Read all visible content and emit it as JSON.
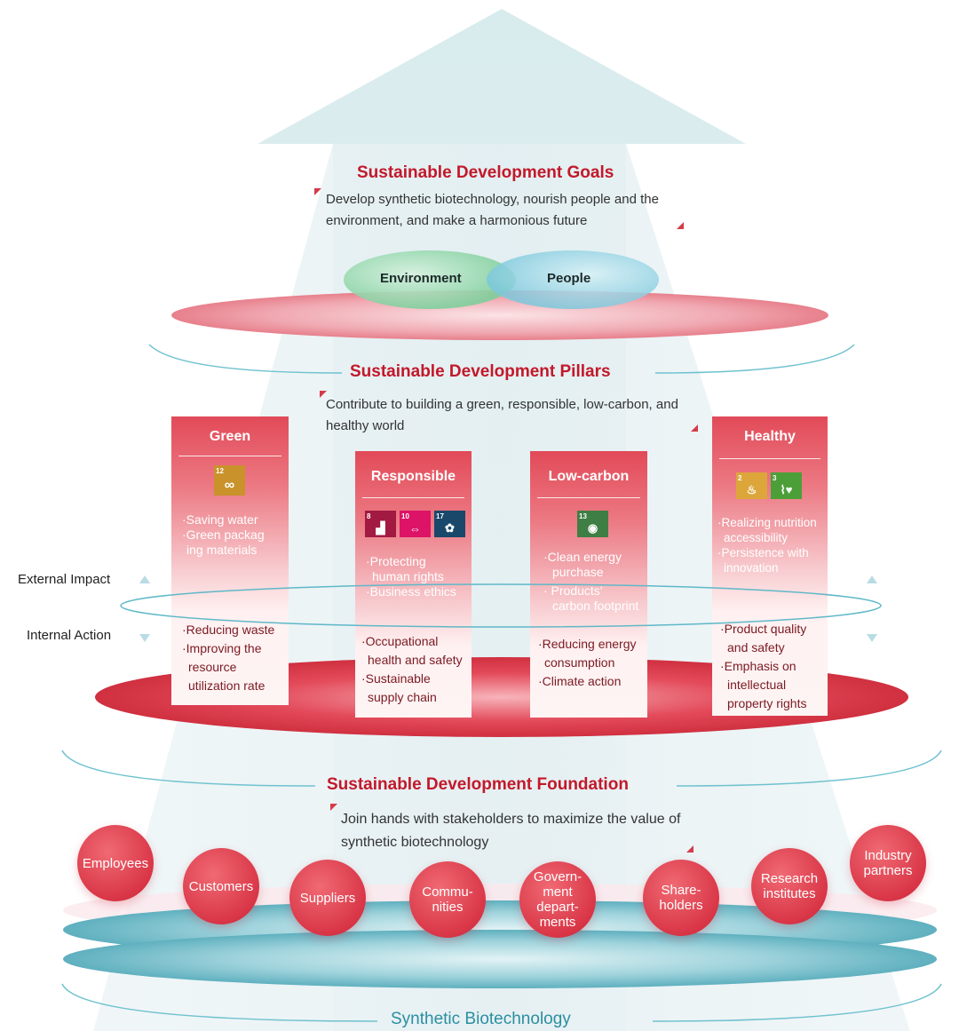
{
  "goals": {
    "title": "Sustainable Development Goals",
    "description": "Develop synthetic biotechnology, nourish people and the environment, and make a harmonious future",
    "circles": [
      "Environment",
      "People"
    ]
  },
  "pillars_section": {
    "title": "Sustainable Development Pillars",
    "description": "Contribute to building a green, responsible, low-carbon, and healthy world"
  },
  "pillars": [
    {
      "name": "Green",
      "sdgs": [
        {
          "num": "12",
          "color": "#c9922b",
          "glyph": "∞",
          "icon": "infinity-icon"
        }
      ],
      "external": [
        "·Saving water",
        "·Green packag",
        "ing materials"
      ],
      "internal": [
        "·Reducing waste",
        "·Improving the",
        "resource",
        "utilization rate"
      ]
    },
    {
      "name": "Responsible",
      "sdgs": [
        {
          "num": "8",
          "color": "#a21942",
          "glyph": "📈",
          "icon": "growth-chart-icon"
        },
        {
          "num": "10",
          "color": "#dd1367",
          "glyph": "⇔",
          "icon": "equality-icon"
        },
        {
          "num": "17",
          "color": "#19486a",
          "glyph": "✿",
          "icon": "partnership-icon"
        }
      ],
      "external": [
        "·Protecting",
        "human rights",
        "·Business ethics"
      ],
      "internal": [
        "·Occupational",
        "health and safety",
        "·Sustainable",
        "supply chain"
      ]
    },
    {
      "name": "Low-carbon",
      "sdgs": [
        {
          "num": "13",
          "color": "#3f7e44",
          "glyph": "◉",
          "icon": "eye-planet-icon"
        }
      ],
      "external": [
        "·Clean energy",
        "purchase",
        "· Products'",
        "carbon footprint"
      ],
      "internal": [
        "·Reducing energy",
        "consumption",
        "·Climate action"
      ]
    },
    {
      "name": "Healthy",
      "sdgs": [
        {
          "num": "2",
          "color": "#dda63a",
          "glyph": "♨",
          "icon": "food-bowl-icon"
        },
        {
          "num": "3",
          "color": "#4c9f38",
          "glyph": "⌇♥",
          "icon": "heartbeat-icon"
        }
      ],
      "external": [
        "·Realizing nutrition",
        "accessibility",
        "·Persistence with",
        "innovation"
      ],
      "internal": [
        "·Product quality",
        "and safety",
        "·Emphasis on",
        "intellectual",
        "property rights"
      ]
    }
  ],
  "side_labels": {
    "external": "External Impact",
    "internal": "Internal Action"
  },
  "foundation": {
    "title": "Sustainable Development Foundation",
    "description": "Join hands with stakeholders to maximize the value of synthetic biotechnology"
  },
  "stakeholders": [
    "Employees",
    "Customers",
    "Suppliers",
    "Commu-\nnities",
    "Govern-\nment\ndepart-\nments",
    "Share-\nholders",
    "Research\ninstitutes",
    "Industry\npartners"
  ],
  "base": "Synthetic Biotechnology",
  "colors": {
    "accent_red": "#c3182a",
    "pillar_red": "#e24a58",
    "teal": "#5fb8c8"
  }
}
